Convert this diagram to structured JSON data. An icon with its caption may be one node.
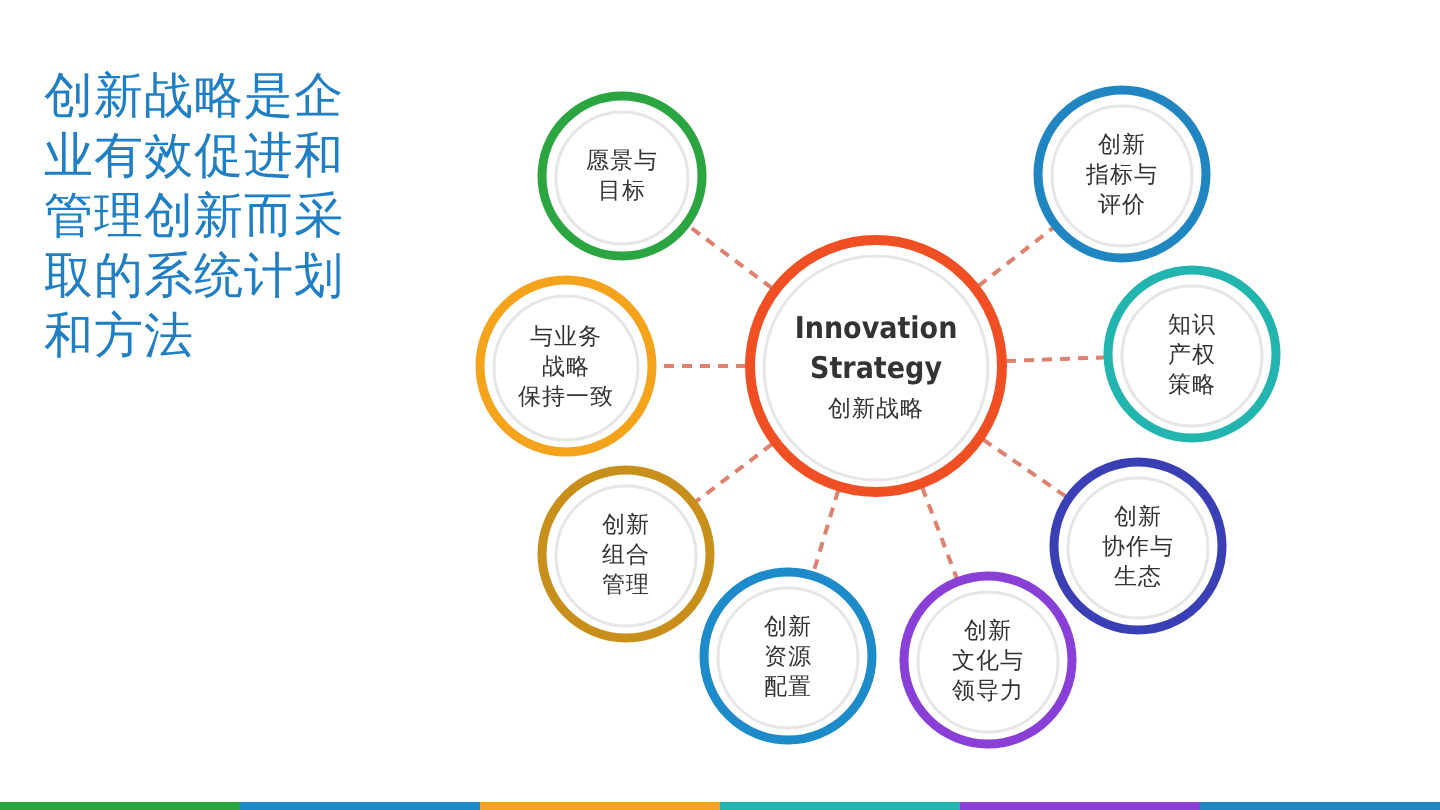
{
  "diagram": {
    "title": "创新战略是企业有效促进和管理创新而采取的系统计划和方法",
    "nodes": [
      {
        "text": [
          "Innovation Strategy",
          "创新战略"
        ]
      },
      {
        "text": [
          "愿景与目标"
        ]
      },
      {
        "text": [
          "与业务战略保持一致"
        ]
      },
      {
        "text": [
          "创新组合管理"
        ]
      },
      {
        "text": [
          "创新资源配置"
        ]
      },
      {
        "text": [
          "创新文化与领导力"
        ]
      },
      {
        "text": [
          "创新协作与生态"
        ]
      },
      {
        "text": [
          "知识产权策略"
        ]
      },
      {
        "text": [
          "创新指标与评价"
        ]
      }
    ],
    "edges": [
      {
        "from": 0,
        "to": 1,
        "arrow": "none",
        "style": "dashed"
      },
      {
        "from": 0,
        "to": 2,
        "arrow": "none",
        "style": "dashed"
      },
      {
        "from": 0,
        "to": 3,
        "arrow": "none",
        "style": "dashed"
      },
      {
        "from": 0,
        "to": 4,
        "arrow": "none",
        "style": "dashed"
      },
      {
        "from": 0,
        "to": 5,
        "arrow": "none",
        "style": "dashed"
      },
      {
        "from": 0,
        "to": 6,
        "arrow": "none",
        "style": "dashed"
      },
      {
        "from": 0,
        "to": 7,
        "arrow": "none",
        "style": "dashed"
      },
      {
        "from": 0,
        "to": 8,
        "arrow": "none",
        "style": "dashed"
      }
    ]
  }
}
